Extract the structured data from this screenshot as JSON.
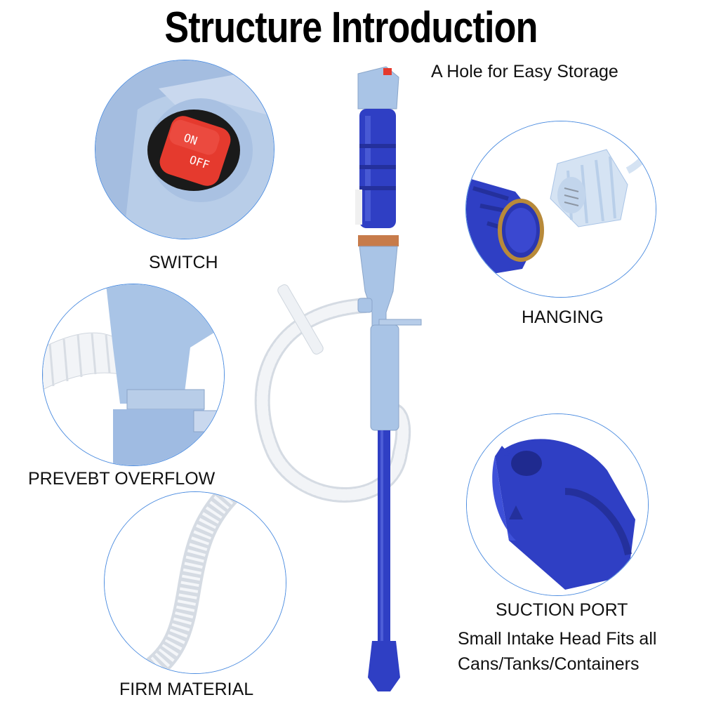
{
  "title": "Structure Introduction",
  "labels": {
    "storage": "A Hole for Easy Storage",
    "switch": "SWITCH",
    "hanging": "HANGING",
    "overflow": "PREVEBT OVERFLOW",
    "suction": "SUCTION PORT",
    "suction_desc_1": "Small Intake Head Fits all",
    "suction_desc_2": "Cans/Tanks/Containers",
    "firm": "FIRM MATERIAL"
  },
  "switch_text": {
    "on": "ON",
    "off": "OFF"
  },
  "colors": {
    "accent_border": "#4d8de0",
    "pump_blue": "#2f3fc4",
    "pump_light": "#a9c4e6",
    "switch_red": "#e53a2e",
    "hose_white": "#f2f4f7"
  }
}
